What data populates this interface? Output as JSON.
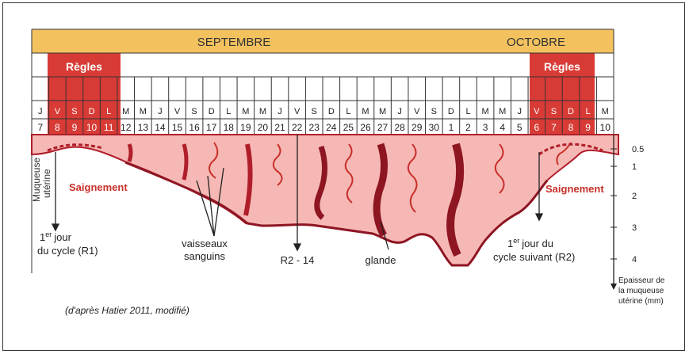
{
  "months": {
    "september": "SEPTEMBRE",
    "october": "OCTOBRE"
  },
  "period_label": "Règles",
  "days_sept": [
    {
      "l": "J",
      "n": "7"
    },
    {
      "l": "V",
      "n": "8"
    },
    {
      "l": "S",
      "n": "9"
    },
    {
      "l": "D",
      "n": "10"
    },
    {
      "l": "L",
      "n": "11"
    },
    {
      "l": "M",
      "n": "12"
    },
    {
      "l": "M",
      "n": "13"
    },
    {
      "l": "J",
      "n": "14"
    },
    {
      "l": "V",
      "n": "15"
    },
    {
      "l": "S",
      "n": "16"
    },
    {
      "l": "D",
      "n": "17"
    },
    {
      "l": "L",
      "n": "18"
    },
    {
      "l": "M",
      "n": "19"
    },
    {
      "l": "M",
      "n": "20"
    },
    {
      "l": "J",
      "n": "21"
    },
    {
      "l": "V",
      "n": "22"
    },
    {
      "l": "S",
      "n": "23"
    },
    {
      "l": "D",
      "n": "24"
    },
    {
      "l": "L",
      "n": "25"
    },
    {
      "l": "M",
      "n": "26"
    },
    {
      "l": "M",
      "n": "27"
    },
    {
      "l": "J",
      "n": "28"
    },
    {
      "l": "V",
      "n": "29"
    },
    {
      "l": "S",
      "n": "30"
    }
  ],
  "days_oct": [
    {
      "l": "D",
      "n": "1"
    },
    {
      "l": "L",
      "n": "2"
    },
    {
      "l": "M",
      "n": "3"
    },
    {
      "l": "M",
      "n": "4"
    },
    {
      "l": "J",
      "n": "5"
    },
    {
      "l": "V",
      "n": "6"
    },
    {
      "l": "S",
      "n": "7"
    },
    {
      "l": "D",
      "n": "8"
    },
    {
      "l": "L",
      "n": "9"
    },
    {
      "l": "M",
      "n": "10"
    }
  ],
  "labels": {
    "muqueuse": "Muqueuse",
    "uterine": "utérine",
    "bleeding": "Saignement",
    "bleeding_right": "Saignement",
    "day1_line1": "jour",
    "day1_sup": "er",
    "day1_num": "1",
    "day1_line2": "du cycle (R1)",
    "vessels_line1": "vaisseaux",
    "vessels_line2": "sanguins",
    "r2_14": "R2 - 14",
    "gland": "glande",
    "next_num": "1",
    "next_sup": "er",
    "next_line1": "jour du",
    "next_line2": "cycle suivant (R2)"
  },
  "scale": {
    "ticks": [
      "0.5",
      "1",
      "2",
      "3",
      "4"
    ],
    "caption": [
      "Epaisseur de",
      "la muqueuse",
      "utérine (mm)"
    ]
  },
  "credit": "(d'après Hatier 2011, modifié)",
  "colors": {
    "month_bar": "#f3c25f",
    "period_red": "#d83b35",
    "mucosa": "#f6b8b5",
    "mucosa_dark": "#b01e2a",
    "bleeding_text": "#c8302a"
  }
}
